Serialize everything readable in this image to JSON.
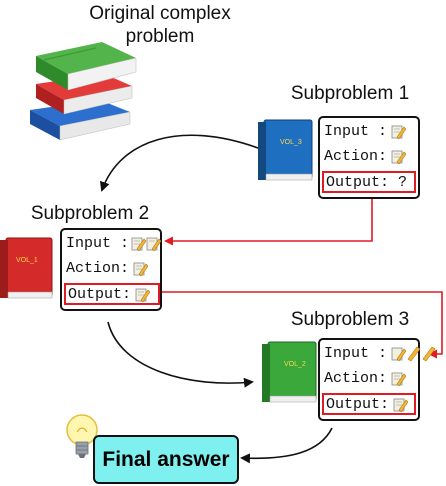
{
  "top": {
    "title_line1": "Original complex",
    "title_line2": "problem"
  },
  "subproblems": [
    {
      "title": "Subproblem 1",
      "book_label": "VOL_3",
      "rows": [
        {
          "label": "Input :",
          "value": ""
        },
        {
          "label": "Action:",
          "value": ""
        },
        {
          "label": "Output:",
          "value": "?"
        }
      ]
    },
    {
      "title": "Subproblem 2",
      "book_label": "VOL_1",
      "rows": [
        {
          "label": "Input :",
          "value": ""
        },
        {
          "label": "Action:",
          "value": ""
        },
        {
          "label": "Output:",
          "value": ""
        }
      ]
    },
    {
      "title": "Subproblem 3",
      "book_label": "VOL_2",
      "rows": [
        {
          "label": "Input :",
          "value": ""
        },
        {
          "label": "Action:",
          "value": ""
        },
        {
          "label": "Output:",
          "value": ""
        }
      ]
    }
  ],
  "final": {
    "label": "Final answer"
  },
  "colors": {
    "arrow_black": "#111111",
    "arrow_red": "#e01b24",
    "highlight": "#e01b24",
    "final_bg": "#7ff0f0",
    "book_blue": "#1f6fc0",
    "book_red": "#d42a2a",
    "book_green": "#3aa83a"
  }
}
